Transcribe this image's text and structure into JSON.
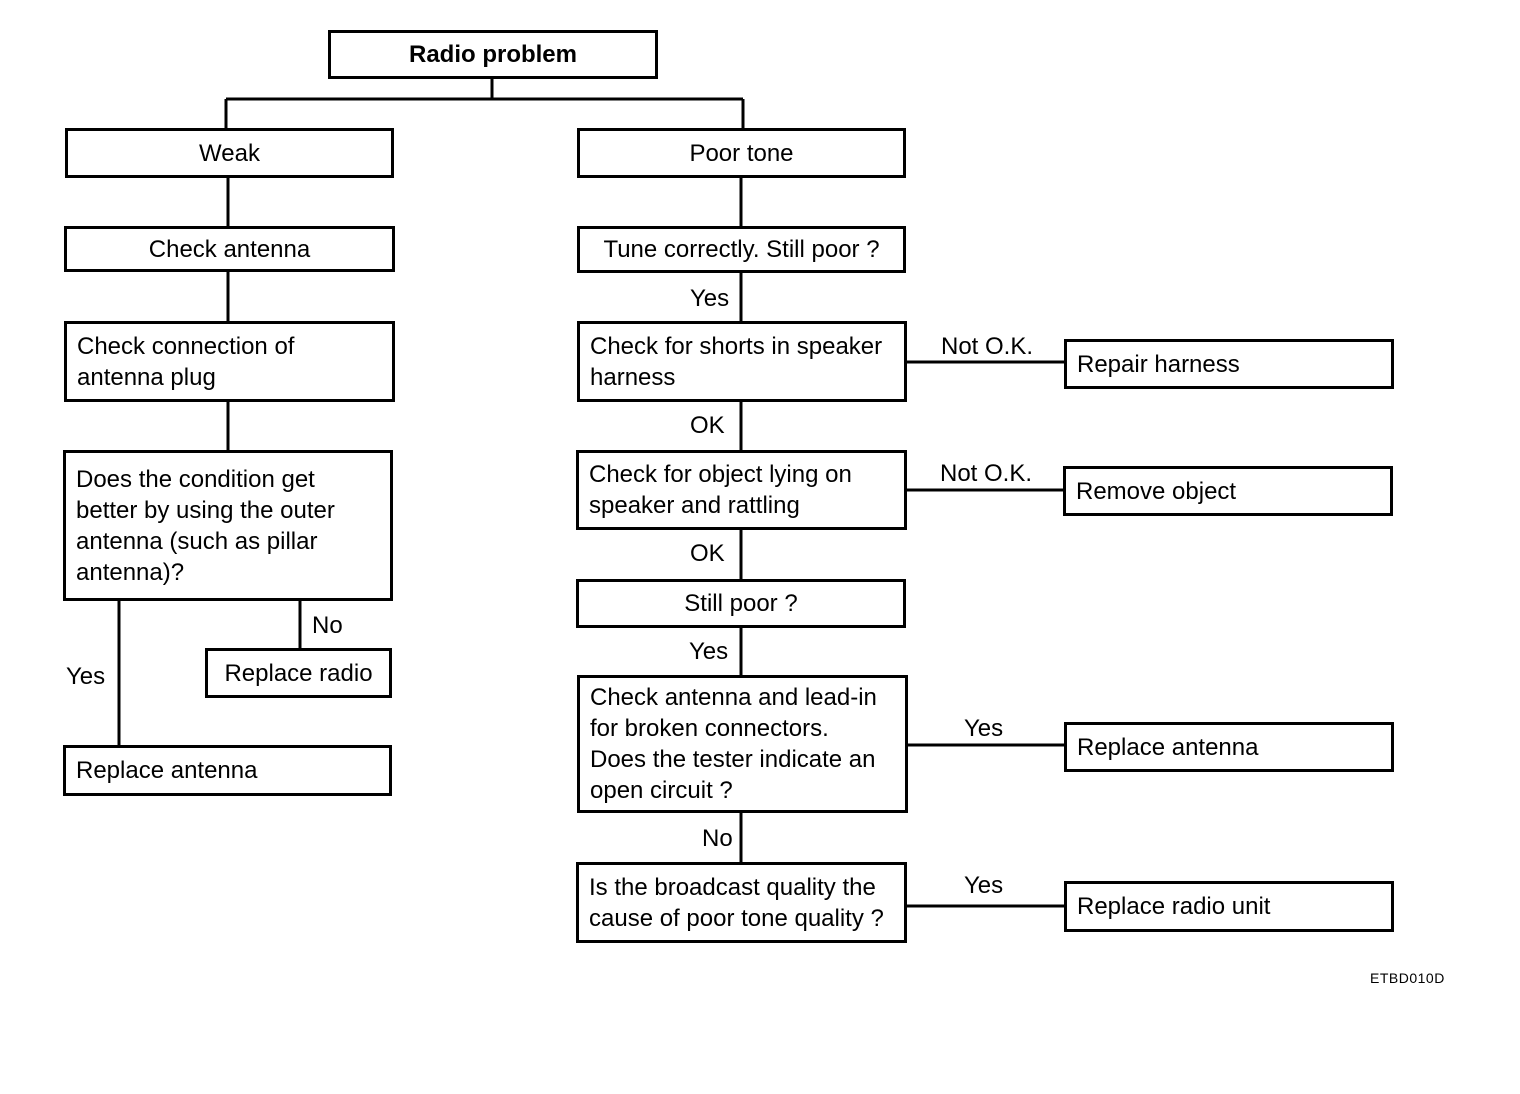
{
  "nodes": {
    "root": "Radio problem",
    "weak": "Weak",
    "poor_tone": "Poor tone",
    "check_antenna": "Check antenna",
    "check_connection": "Check connection of\nantenna plug",
    "outer_antenna_question": "Does the condition get\nbetter by using the outer\nantenna (such as pillar\nantenna)?",
    "replace_radio": "Replace radio",
    "replace_antenna_left": "Replace antenna",
    "tune_correctly": "Tune correctly. Still poor ?",
    "check_shorts": "Check for shorts in speaker\nharness",
    "repair_harness": "Repair harness",
    "check_object": "Check for object lying on\nspeaker and rattling",
    "remove_object": "Remove object",
    "still_poor": "Still poor ?",
    "check_antenna_leadin": "Check antenna and lead-in\nfor broken connectors.\nDoes the tester indicate an\nopen circuit ?",
    "replace_antenna_right": "Replace antenna",
    "broadcast_quality": "Is the broadcast quality the\ncause of poor tone quality ?",
    "replace_radio_unit": "Replace radio unit"
  },
  "edge_labels": {
    "left_no": "No",
    "left_yes": "Yes",
    "tune_yes": "Yes",
    "shorts_not_ok": "Not O.K.",
    "shorts_ok": "OK",
    "object_not_ok": "Not O.K.",
    "object_ok": "OK",
    "still_poor_yes": "Yes",
    "leadin_yes": "Yes",
    "leadin_no": "No",
    "broadcast_yes": "Yes"
  },
  "figure_code": "ETBD010D"
}
